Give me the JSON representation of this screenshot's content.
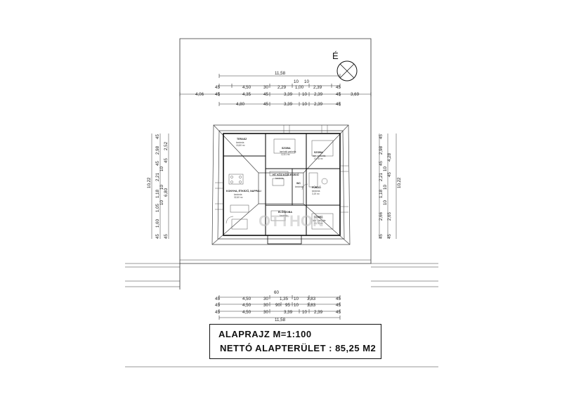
{
  "north_label": "É",
  "title": {
    "scale": "ALAPRAJZ M=1:100",
    "area": "NETTÓ ALAPTERÜLET : 85,25 M2"
  },
  "dimensions": {
    "top_total": "11,58",
    "top_row0": [
      "10",
      "10"
    ],
    "top_row1": [
      "45",
      "4,50",
      "30",
      "2,29",
      "1,00",
      "2,39",
      "45"
    ],
    "top_row2": [
      "4,06",
      "45",
      "4,35",
      "45",
      "3,39",
      "10",
      "2,39",
      "45",
      "3,69"
    ],
    "top_row3": [
      "4,80",
      "45",
      "3,39",
      "10",
      "2,39",
      "45"
    ],
    "bottom_total_a": "60",
    "bottom_row1": [
      "45",
      "4,50",
      "30",
      "1,35",
      "10",
      "3,83",
      "45"
    ],
    "bottom_row2": [
      "45",
      "4,50",
      "30",
      "90",
      "95",
      "10",
      "3,83",
      "45"
    ],
    "bottom_row3": [
      "45",
      "4,50",
      "30",
      "3,39",
      "10",
      "2,39",
      "45"
    ],
    "bottom_total": "11,58",
    "left_total": "10,22",
    "left_col1": [
      "45",
      "2,98",
      "45",
      "2,21",
      "1,18",
      "1,05",
      "1,60",
      "45"
    ],
    "left_col2": [
      "2,52",
      "45",
      "6,80",
      "45"
    ],
    "left_col3": [
      "10",
      "10",
      "10"
    ],
    "right_total": "10,22",
    "right_col1": [
      "45",
      "2,98",
      "45",
      "2,21",
      "1,18",
      "2,66",
      "45"
    ],
    "right_col2": [
      "4,28",
      "45",
      "10",
      "10",
      "10"
    ],
    "right_col3": [
      "2,65",
      "45"
    ]
  },
  "rooms": [
    {
      "name": "TERASZ",
      "sub": "kerámia",
      "area": "15,80 m²"
    },
    {
      "name": "SZOBA",
      "sub": "laminált parketta",
      "area": "12,51 m²"
    },
    {
      "name": "SZOBA",
      "sub": "lam. parketta",
      "area": "10,78 m²"
    },
    {
      "name": "HT. KÖZ.KÖZLEKEDŐ",
      "sub": "kerámia",
      "area": ""
    },
    {
      "name": "KONYHA, ÉTKEZŐ, NAPPALI",
      "sub": "kerámia",
      "area": "32,60 m²"
    },
    {
      "name": "WC",
      "sub": "kerámia",
      "area": ""
    },
    {
      "name": "FÜRDŐ",
      "sub": "kerámia",
      "area": "3,19 m²"
    },
    {
      "name": "ELŐSZOBA",
      "sub": "kerámia",
      "area": ""
    },
    {
      "name": "SZOBA",
      "sub": "lam. parketta",
      "area": "10,78 m²"
    }
  ],
  "watermark": "OTTHON"
}
